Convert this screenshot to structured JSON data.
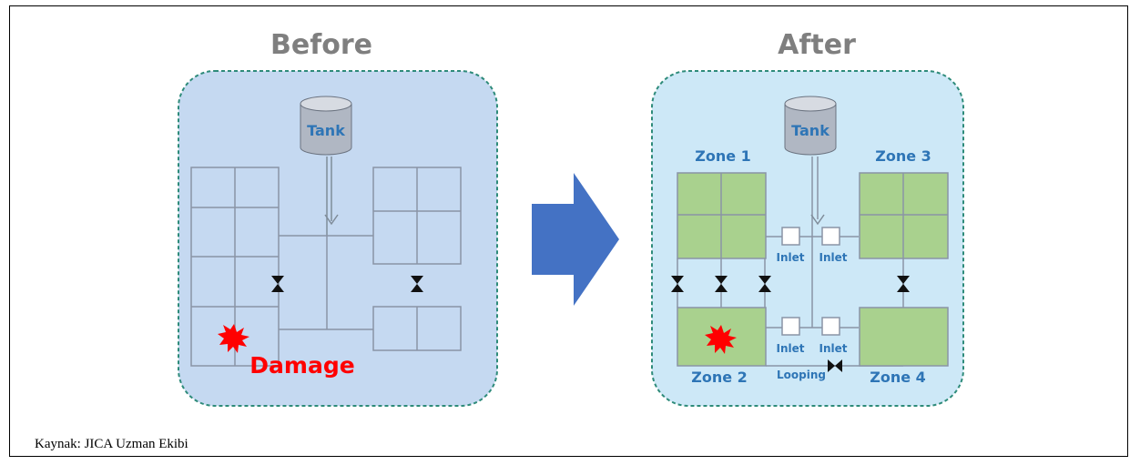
{
  "before": {
    "title": "Before",
    "tank_label": "Tank",
    "damage_label": "Damage"
  },
  "after": {
    "title": "After",
    "tank_label": "Tank",
    "zones": [
      "Zone 1",
      "Zone 2",
      "Zone 3",
      "Zone 4"
    ],
    "inlet_label": "Inlet",
    "looping_label": "Looping"
  },
  "source": "Kaynak: JICA Uzman Ekibi",
  "colors": {
    "title_gray": "#7f7f7f",
    "label_blue": "#2e75b6",
    "damage_red": "#ff0000",
    "arrow_blue": "#4472c4",
    "before_bg": "#c5d9f1",
    "after_bg": "#cde8f7",
    "zone_green": "#a9d18e"
  }
}
